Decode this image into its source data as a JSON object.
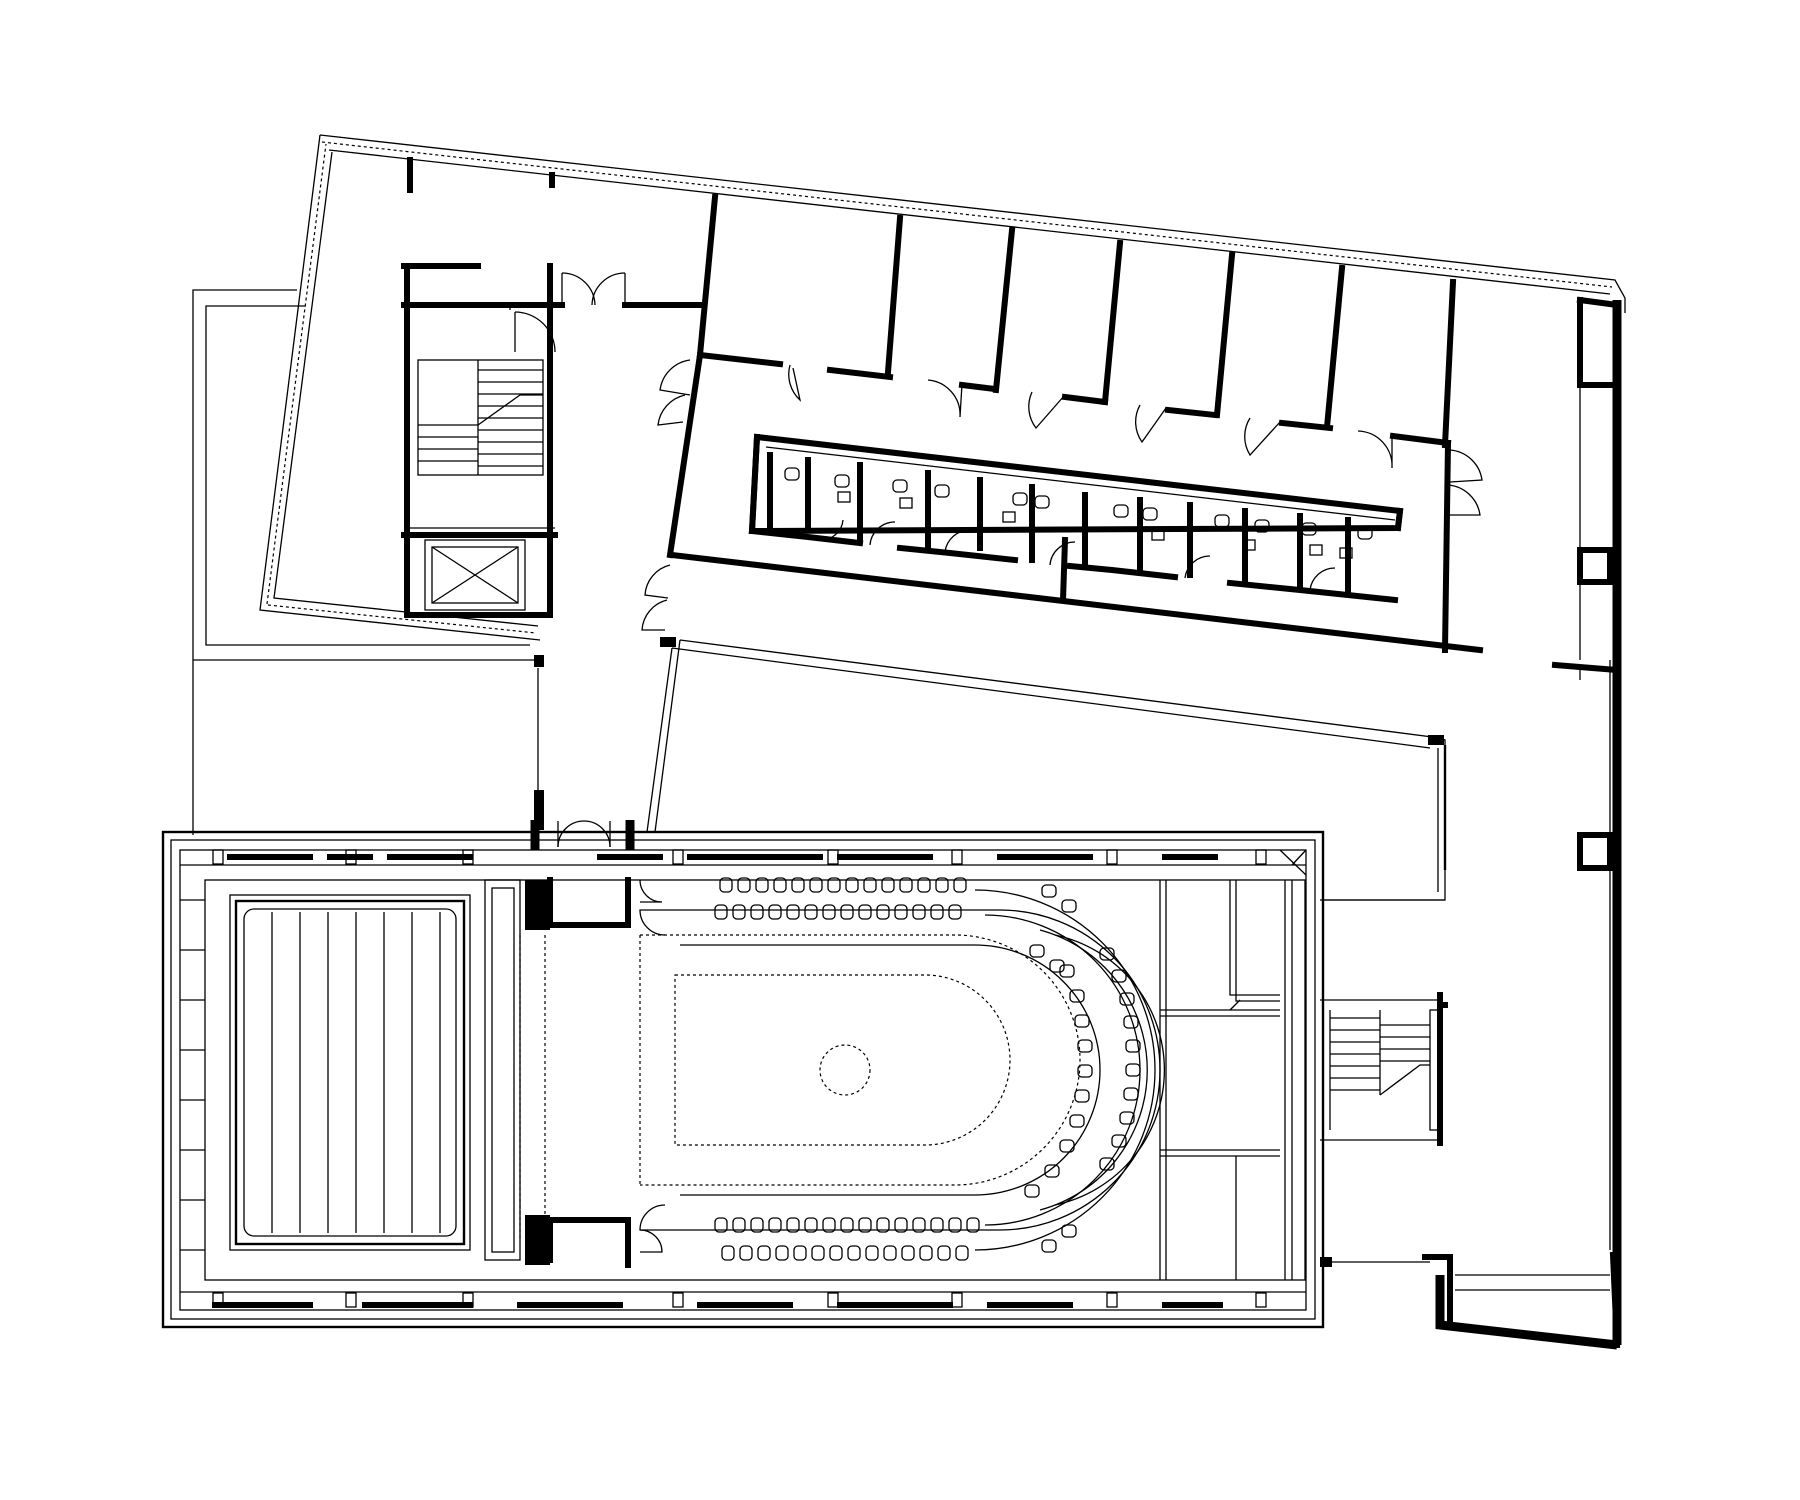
{
  "drawing": {
    "kind": "architectural floor plan",
    "line_color": "#000000",
    "background_color": "#ffffff",
    "text_labels": []
  },
  "components": {
    "office_rooms": 7,
    "restroom_stalls": 18,
    "stairs": 2,
    "elevators": 1,
    "seat_rows": 4,
    "stage_hall": 1
  }
}
